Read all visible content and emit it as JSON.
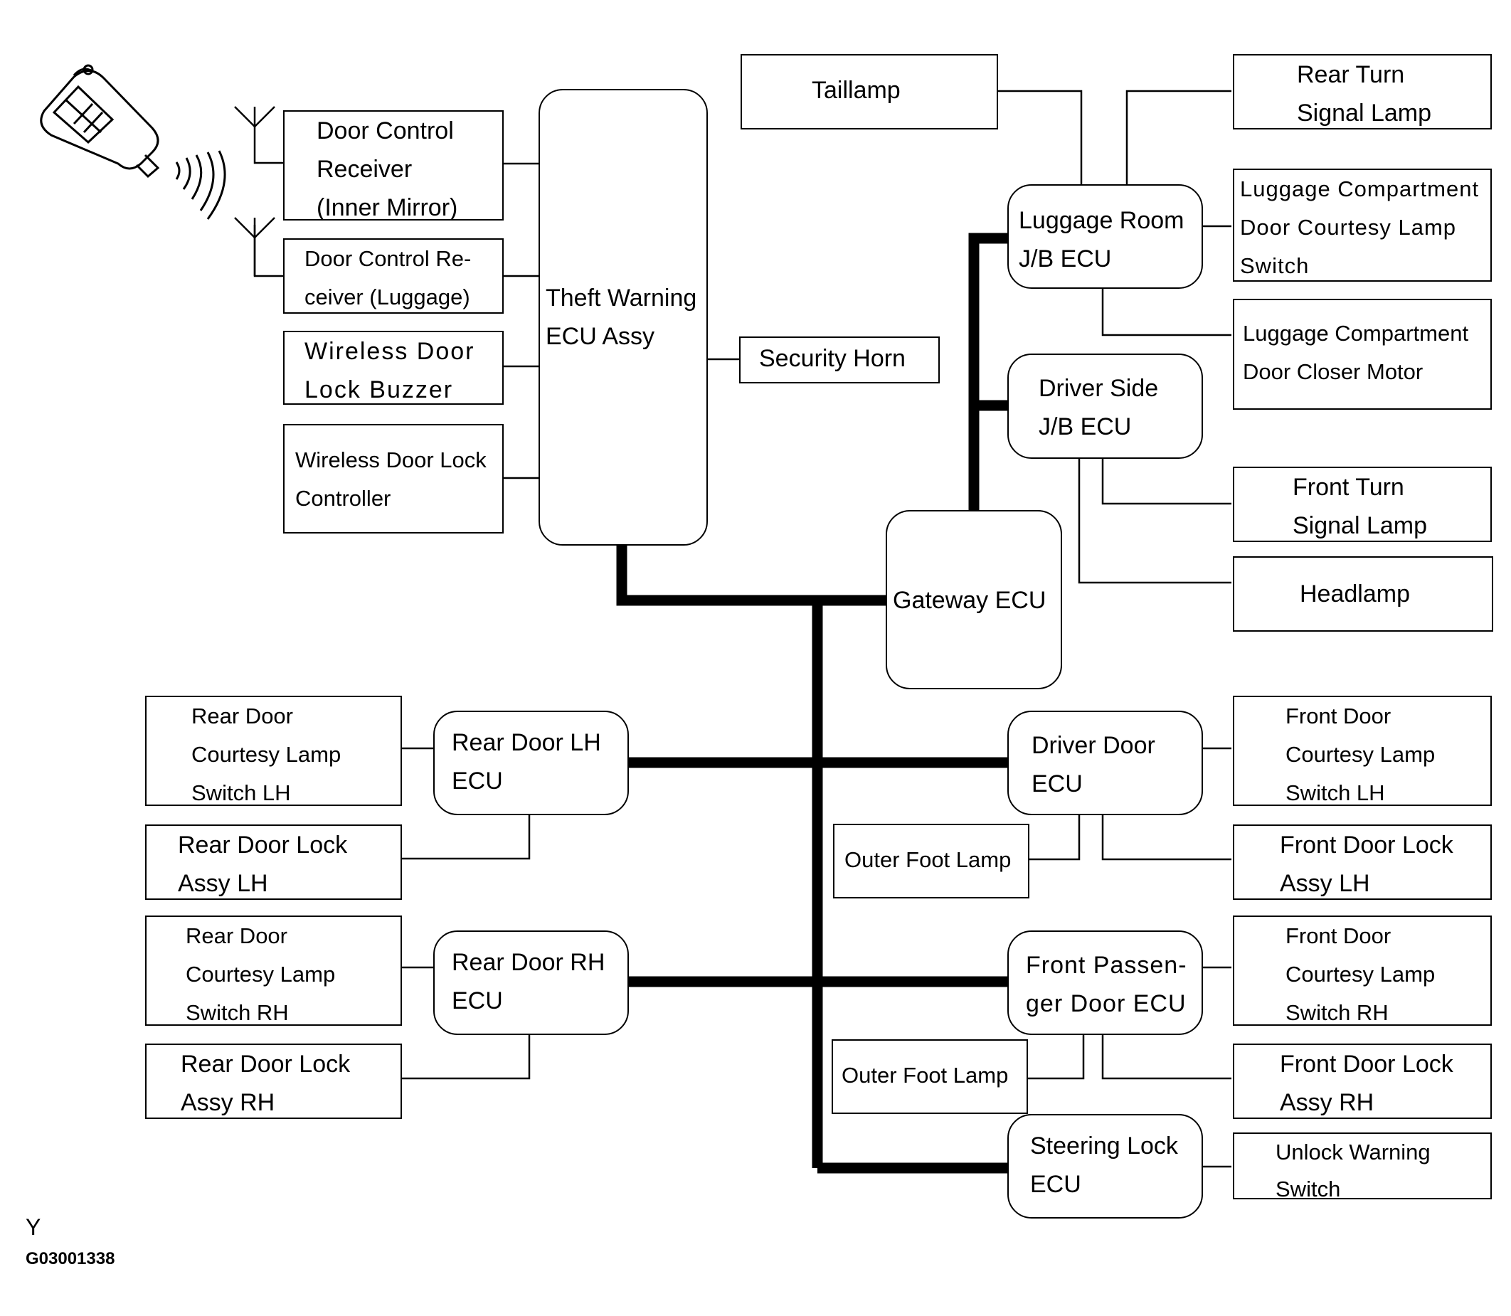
{
  "boxes": {
    "dcr_mirror": "Door Control\nReceiver\n(Inner Mirror)",
    "dcr_luggage": "Door Control Re-\nceiver (Luggage)",
    "buzzer": "Wireless Door\nLock Buzzer",
    "wdl_controller": "Wireless Door Lock\nController",
    "theft_ecu": "Theft Warning\nECU Assy",
    "security_horn": "Security Horn",
    "taillamp": "Taillamp",
    "rear_turn": "Rear Turn\nSignal Lamp",
    "luggage_jb": "Luggage Room\nJ/B ECU",
    "lug_courtesy": "Luggage Compartment\nDoor Courtesy Lamp\nSwitch",
    "lug_closer": "Luggage Compartment\nDoor Closer Motor",
    "driver_jb": "Driver Side\nJ/B ECU",
    "front_turn": "Front Turn\nSignal Lamp",
    "headlamp": "Headlamp",
    "gateway": "Gateway ECU",
    "rear_courtesy_lh": "Rear Door\nCourtesy Lamp\nSwitch LH",
    "rear_lh_ecu": "Rear Door LH\nECU",
    "rear_lock_lh": "Rear Door Lock\nAssy LH",
    "driver_door_ecu": "Driver Door\nECU",
    "outer_foot_1": "Outer Foot Lamp",
    "front_courtesy_lh": "Front Door\nCourtesy Lamp\nSwitch LH",
    "front_lock_lh": "Front Door Lock\nAssy LH",
    "rear_courtesy_rh": "Rear Door\nCourtesy Lamp\nSwitch RH",
    "rear_rh_ecu": "Rear Door RH\nECU",
    "rear_lock_rh": "Rear Door Lock\nAssy RH",
    "passenger_ecu": "Front Passen-\nger Door ECU",
    "outer_foot_2": "Outer Foot Lamp",
    "front_courtesy_rh": "Front Door\nCourtesy Lamp\nSwitch RH",
    "front_lock_rh": "Front Door Lock\nAssy RH",
    "steering_ecu": "Steering Lock\nECU",
    "unlock_switch": "Unlock Warning\nSwitch"
  },
  "labels": {
    "code_letter": "Y",
    "figure_id": "G03001338"
  }
}
